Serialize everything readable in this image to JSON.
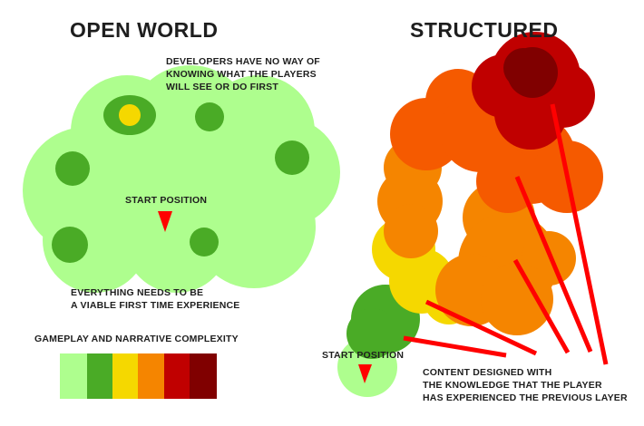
{
  "colors": {
    "level0": "#aefe8e",
    "level1": "#4aab26",
    "level2": "#f5d800",
    "level3": "#f58500",
    "level3b": "#f55a00",
    "level4": "#c00000",
    "level5": "#800000",
    "marker": "#ff0000"
  },
  "open_world": {
    "title": "OPEN WORLD",
    "note_top": [
      "DEVELOPERS HAVE NO WAY OF",
      "KNOWING WHAT THE PLAYERS",
      "WILL SEE OR DO FIRST"
    ],
    "start_label": "START POSITION",
    "note_bottom": [
      "EVERYTHING NEEDS TO BE",
      "A VIABLE FIRST TIME EXPERIENCE"
    ]
  },
  "legend": {
    "title": "GAMEPLAY AND NARRATIVE COMPLEXITY"
  },
  "structured": {
    "title": "STRUCTURED",
    "start_label": "START POSITION",
    "note": [
      "CONTENT DESIGNED WITH",
      "THE KNOWLEDGE THAT THE PLAYER",
      "HAS EXPERIENCED THE PREVIOUS LAYER"
    ]
  }
}
